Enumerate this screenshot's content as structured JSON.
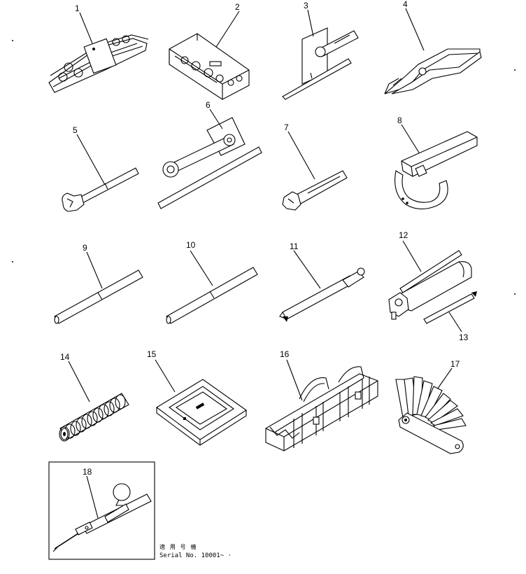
{
  "callouts": [
    "1",
    "2",
    "3",
    "4",
    "5",
    "6",
    "7",
    "8",
    "9",
    "10",
    "11",
    "12",
    "13",
    "14",
    "15",
    "16",
    "17",
    "18"
  ],
  "applicability_label": "適 用 号 機",
  "serial_text": "Serial No. 10001~ ·"
}
